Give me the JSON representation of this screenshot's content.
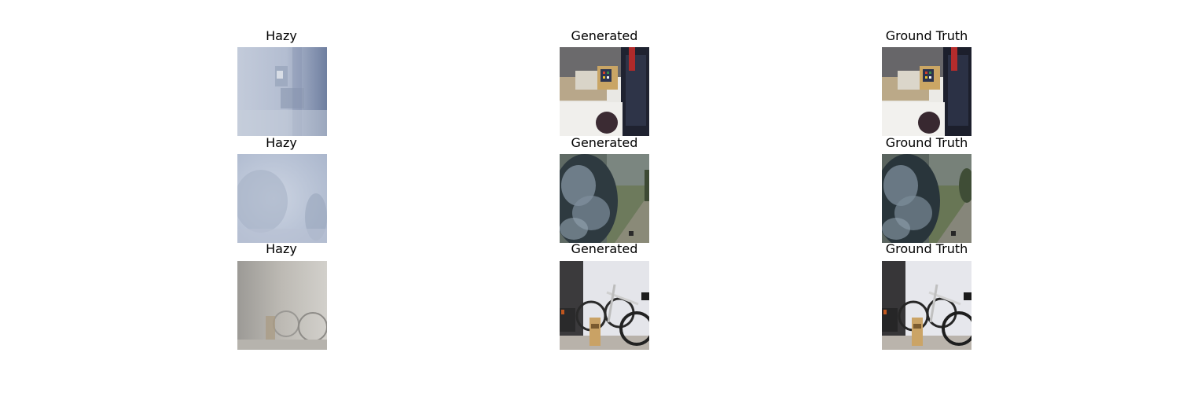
{
  "rows": [
    {
      "hazy": "Hazy",
      "generated": "Generated",
      "ground_truth": "Ground Truth"
    },
    {
      "hazy": "Hazy",
      "generated": "Generated",
      "ground_truth": "Ground Truth"
    },
    {
      "hazy": "Hazy",
      "generated": "Generated",
      "ground_truth": "Ground Truth"
    }
  ],
  "colors": {
    "background": "#ffffff",
    "haze_blue": "#b4bfd2",
    "haze_gray": "#b8b6b0"
  }
}
